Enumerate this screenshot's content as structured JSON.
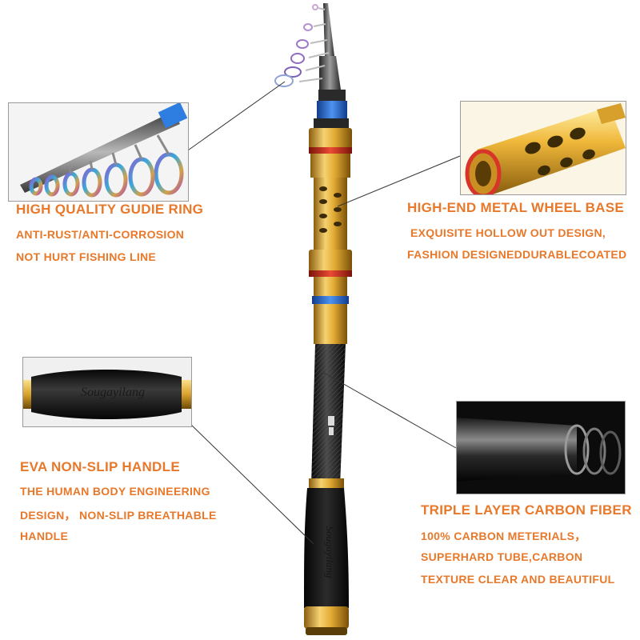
{
  "colors": {
    "accent_text": "#e8782a",
    "gold": "#d9a52b",
    "carbon": "#1a1a1a",
    "blue_band": "#2b6fd6",
    "red_band": "#d23a2a"
  },
  "features": {
    "guide_ring": {
      "title": "HIGH QUALITY GUDIE RING",
      "lines": [
        "ANTI-RUST/ANTI-CORROSION",
        "NOT HURT FISHING LINE"
      ]
    },
    "wheel_base": {
      "title": "HIGH-END METAL WHEEL BASE",
      "lines": [
        "EXQUISITE HOLLOW OUT DESIGN,",
        "FASHION DESIGNEDDURABLECOATED"
      ]
    },
    "handle": {
      "title": "EVA NON-SLIP HANDLE",
      "lines": [
        "THE HUMAN  BODY ENGINEERING",
        "DESIGN， NON-SLIP BREATHABLE",
        "HANDLE"
      ]
    },
    "carbon": {
      "title": "TRIPLE LAYER CARBON FIBER",
      "lines": [
        "100% CARBON METERIALS，",
        "SUPERHARD TUBE,CARBON",
        "TEXTURE CLEAR AND BEAUTIFUL"
      ]
    }
  },
  "brand_text": "Sougayilang",
  "icons": [
    "guide-ring-icon",
    "hollow-reel-seat-icon",
    "eva-grip-icon",
    "carbon-layer-icon"
  ]
}
